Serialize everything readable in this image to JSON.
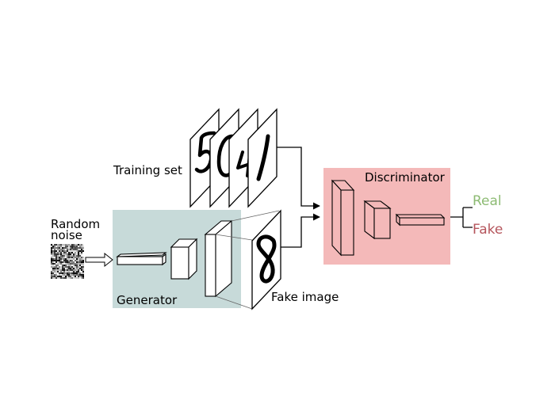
{
  "labels": {
    "training_set": "Training set",
    "random_noise_line1": "Random",
    "random_noise_line2": "noise",
    "generator": "Generator",
    "fake_image": "Fake image",
    "discriminator": "Discriminator",
    "real": "Real",
    "fake": "Fake"
  },
  "colors": {
    "generator_box": "#c7dad9",
    "discriminator_box": "#f4b9b9",
    "real_text": "#8dbb73",
    "fake_text": "#b5555c",
    "block_face": "#ffffff",
    "disc_block_face": "#f4b9b9"
  },
  "training_digits": [
    "5",
    "0",
    "4",
    "1"
  ],
  "fake_digit": "8"
}
